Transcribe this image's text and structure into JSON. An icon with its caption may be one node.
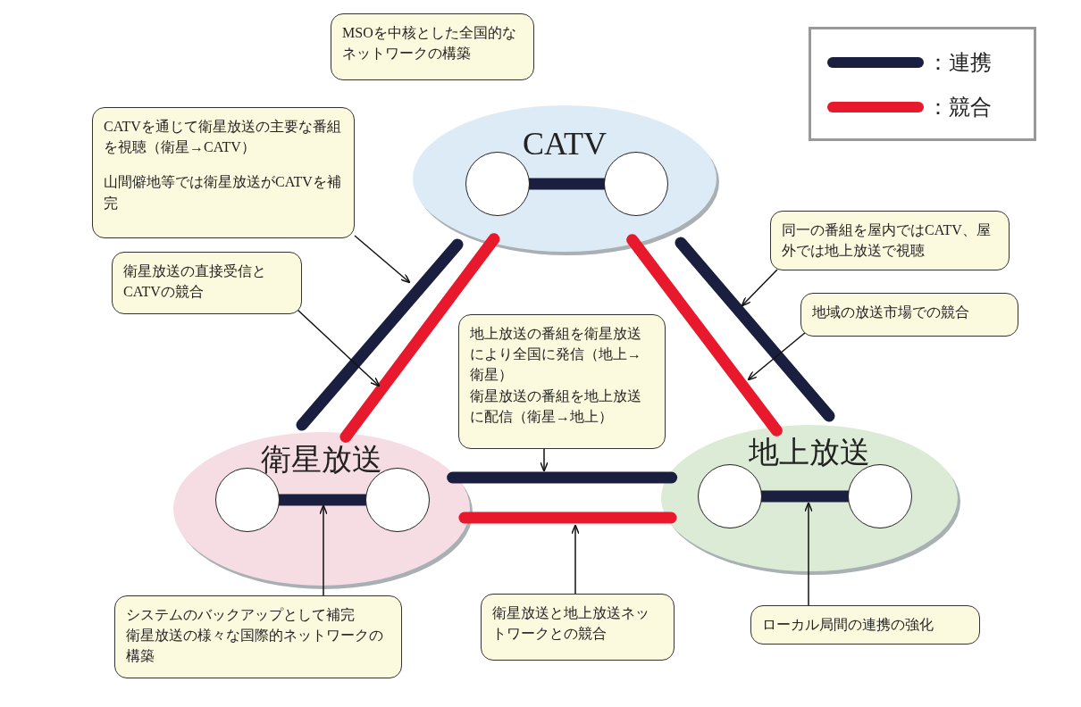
{
  "diagram": {
    "nodes": [
      {
        "text": [
          "MSOを中核とした全国的なネットワークの構築"
        ]
      },
      {
        "text": [
          "CATV"
        ]
      },
      {
        "text": [],
        "shape": "circle",
        "in": 1
      },
      {
        "text": [],
        "shape": "circle",
        "in": 1
      },
      {
        "text": [
          "CATVを通じて衛星放送の主要な番組を視聴（衛星→CATV）",
          "山間僻地等では衛星放送がCATVを補完"
        ]
      },
      {
        "text": [
          "衛星放送の直接受信とCATVの競合"
        ]
      },
      {
        "text": [
          "同一の番組を屋内ではCATV、屋外では地上放送で視聴"
        ]
      },
      {
        "text": [
          "地域の放送市場での競合"
        ]
      },
      {
        "text": [
          "地上放送の番組を衛星放送により全国に発信（地上→衛星）",
          "衛星放送の番組を地上放送に配信（衛星→地上）"
        ]
      },
      {
        "text": [
          "衛星放送"
        ]
      },
      {
        "text": [],
        "shape": "circle",
        "in": 9
      },
      {
        "text": [],
        "shape": "circle",
        "in": 9
      },
      {
        "text": [
          "地上放送"
        ]
      },
      {
        "text": [],
        "shape": "circle",
        "in": 12
      },
      {
        "text": [],
        "shape": "circle",
        "in": 12
      },
      {
        "text": [
          "システムのバックアップとして補完",
          "衛星放送の様々な国際的ネットワークの構築"
        ]
      },
      {
        "text": [
          "衛星放送と地上放送ネットワークとの競合"
        ]
      },
      {
        "text": [
          "ローカル局間の連携の強化"
        ]
      }
    ],
    "edges": [
      {
        "from": 2,
        "to": 3,
        "arrow": "none",
        "color": "#1b1f3f"
      },
      {
        "from": 10,
        "to": 11,
        "arrow": "none",
        "color": "#1b1f3f"
      },
      {
        "from": 13,
        "to": 14,
        "arrow": "none",
        "color": "#1b1f3f"
      },
      {
        "from": 1,
        "to": 9,
        "arrow": "none",
        "color": "#1b1f3f"
      },
      {
        "from": 1,
        "to": 9,
        "arrow": "none",
        "color": "#e8192c"
      },
      {
        "from": 1,
        "to": 12,
        "arrow": "none",
        "color": "#e8192c"
      },
      {
        "from": 1,
        "to": 12,
        "arrow": "none",
        "color": "#1b1f3f"
      },
      {
        "from": 9,
        "to": 12,
        "arrow": "none",
        "color": "#1b1f3f"
      },
      {
        "from": 9,
        "to": 12,
        "arrow": "none",
        "color": "#e8192c"
      },
      {
        "from": 4,
        "to": null,
        "arrow": "to"
      },
      {
        "from": 5,
        "to": null,
        "arrow": "to"
      },
      {
        "from": 6,
        "to": null,
        "arrow": "to"
      },
      {
        "from": 7,
        "to": null,
        "arrow": "to"
      },
      {
        "from": 8,
        "to": null,
        "arrow": "to"
      },
      {
        "from": 15,
        "to": null,
        "arrow": "to"
      },
      {
        "from": 16,
        "to": null,
        "arrow": "to"
      },
      {
        "from": 17,
        "to": null,
        "arrow": "to"
      }
    ],
    "legend": [
      {
        "text": "：連携",
        "color": "#1b1f3f"
      },
      {
        "text": "：競合",
        "color": "#e8192c"
      }
    ]
  }
}
